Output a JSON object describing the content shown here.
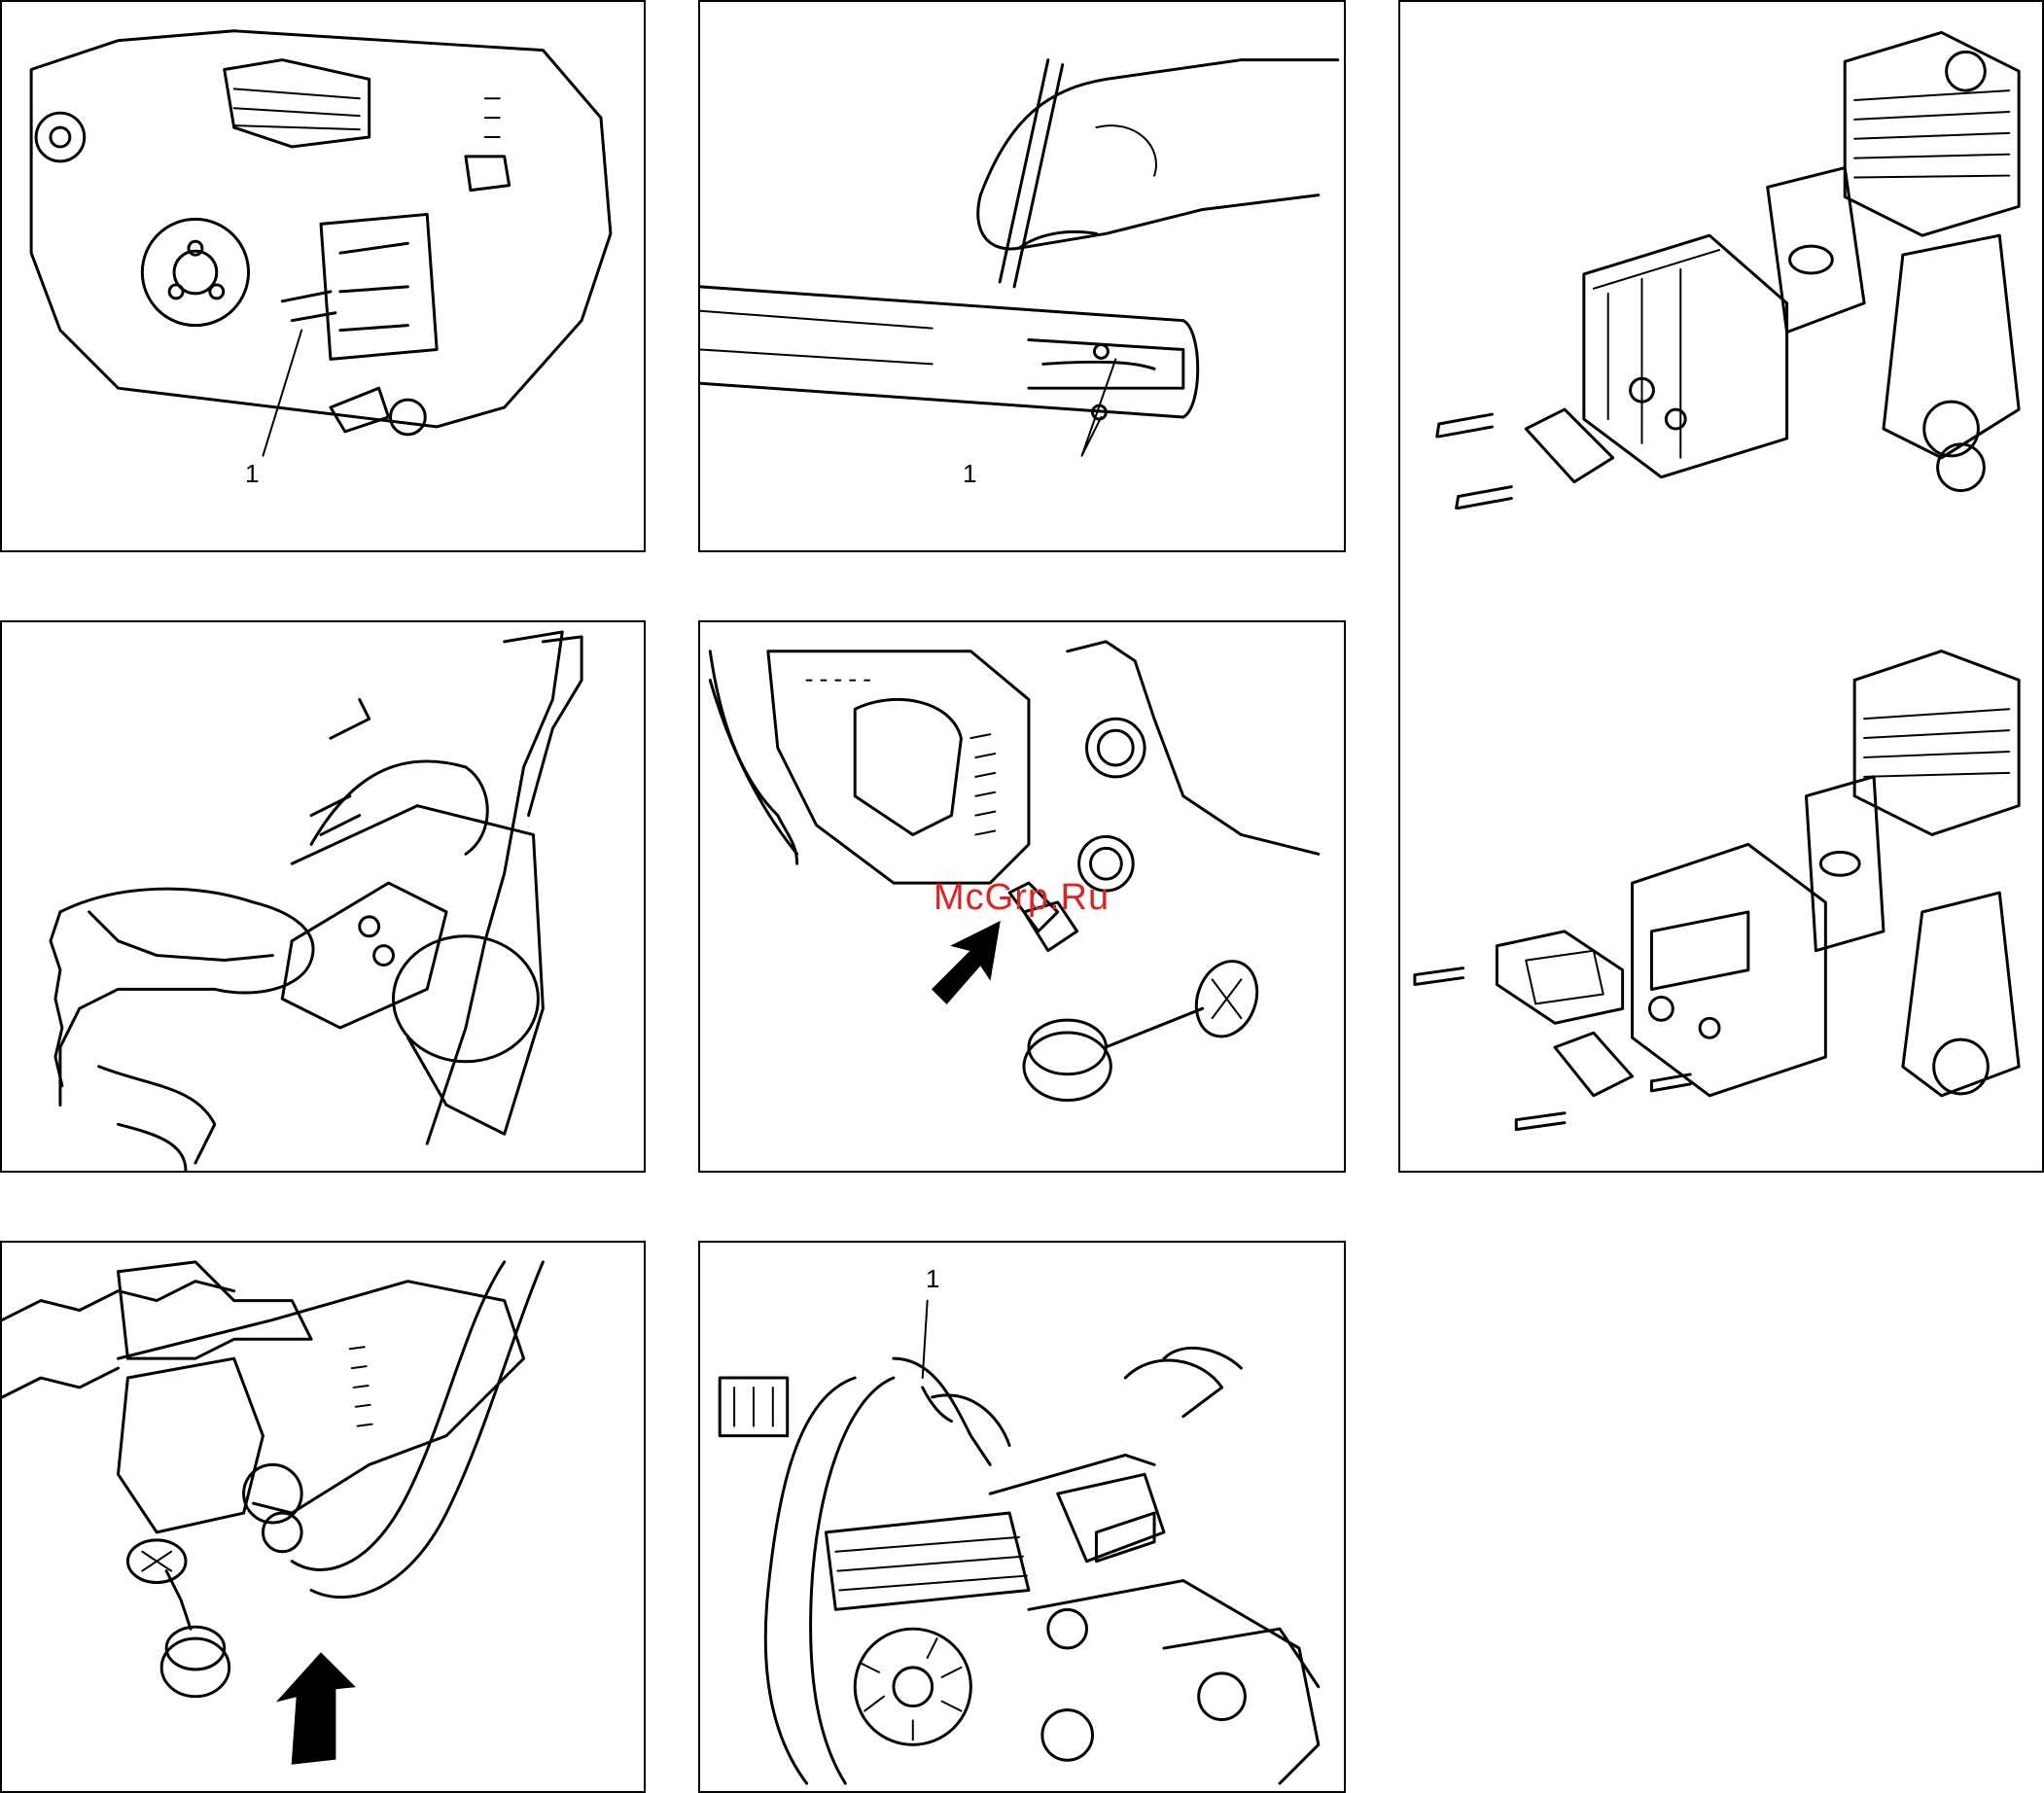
{
  "panels": [
    {
      "id": "p1",
      "label": "1"
    },
    {
      "id": "p2",
      "label": "1"
    },
    {
      "id": "p3"
    },
    {
      "id": "p4"
    },
    {
      "id": "p5"
    },
    {
      "id": "p6"
    },
    {
      "id": "p7",
      "label": "1"
    }
  ],
  "watermark": "McGrp.Ru"
}
